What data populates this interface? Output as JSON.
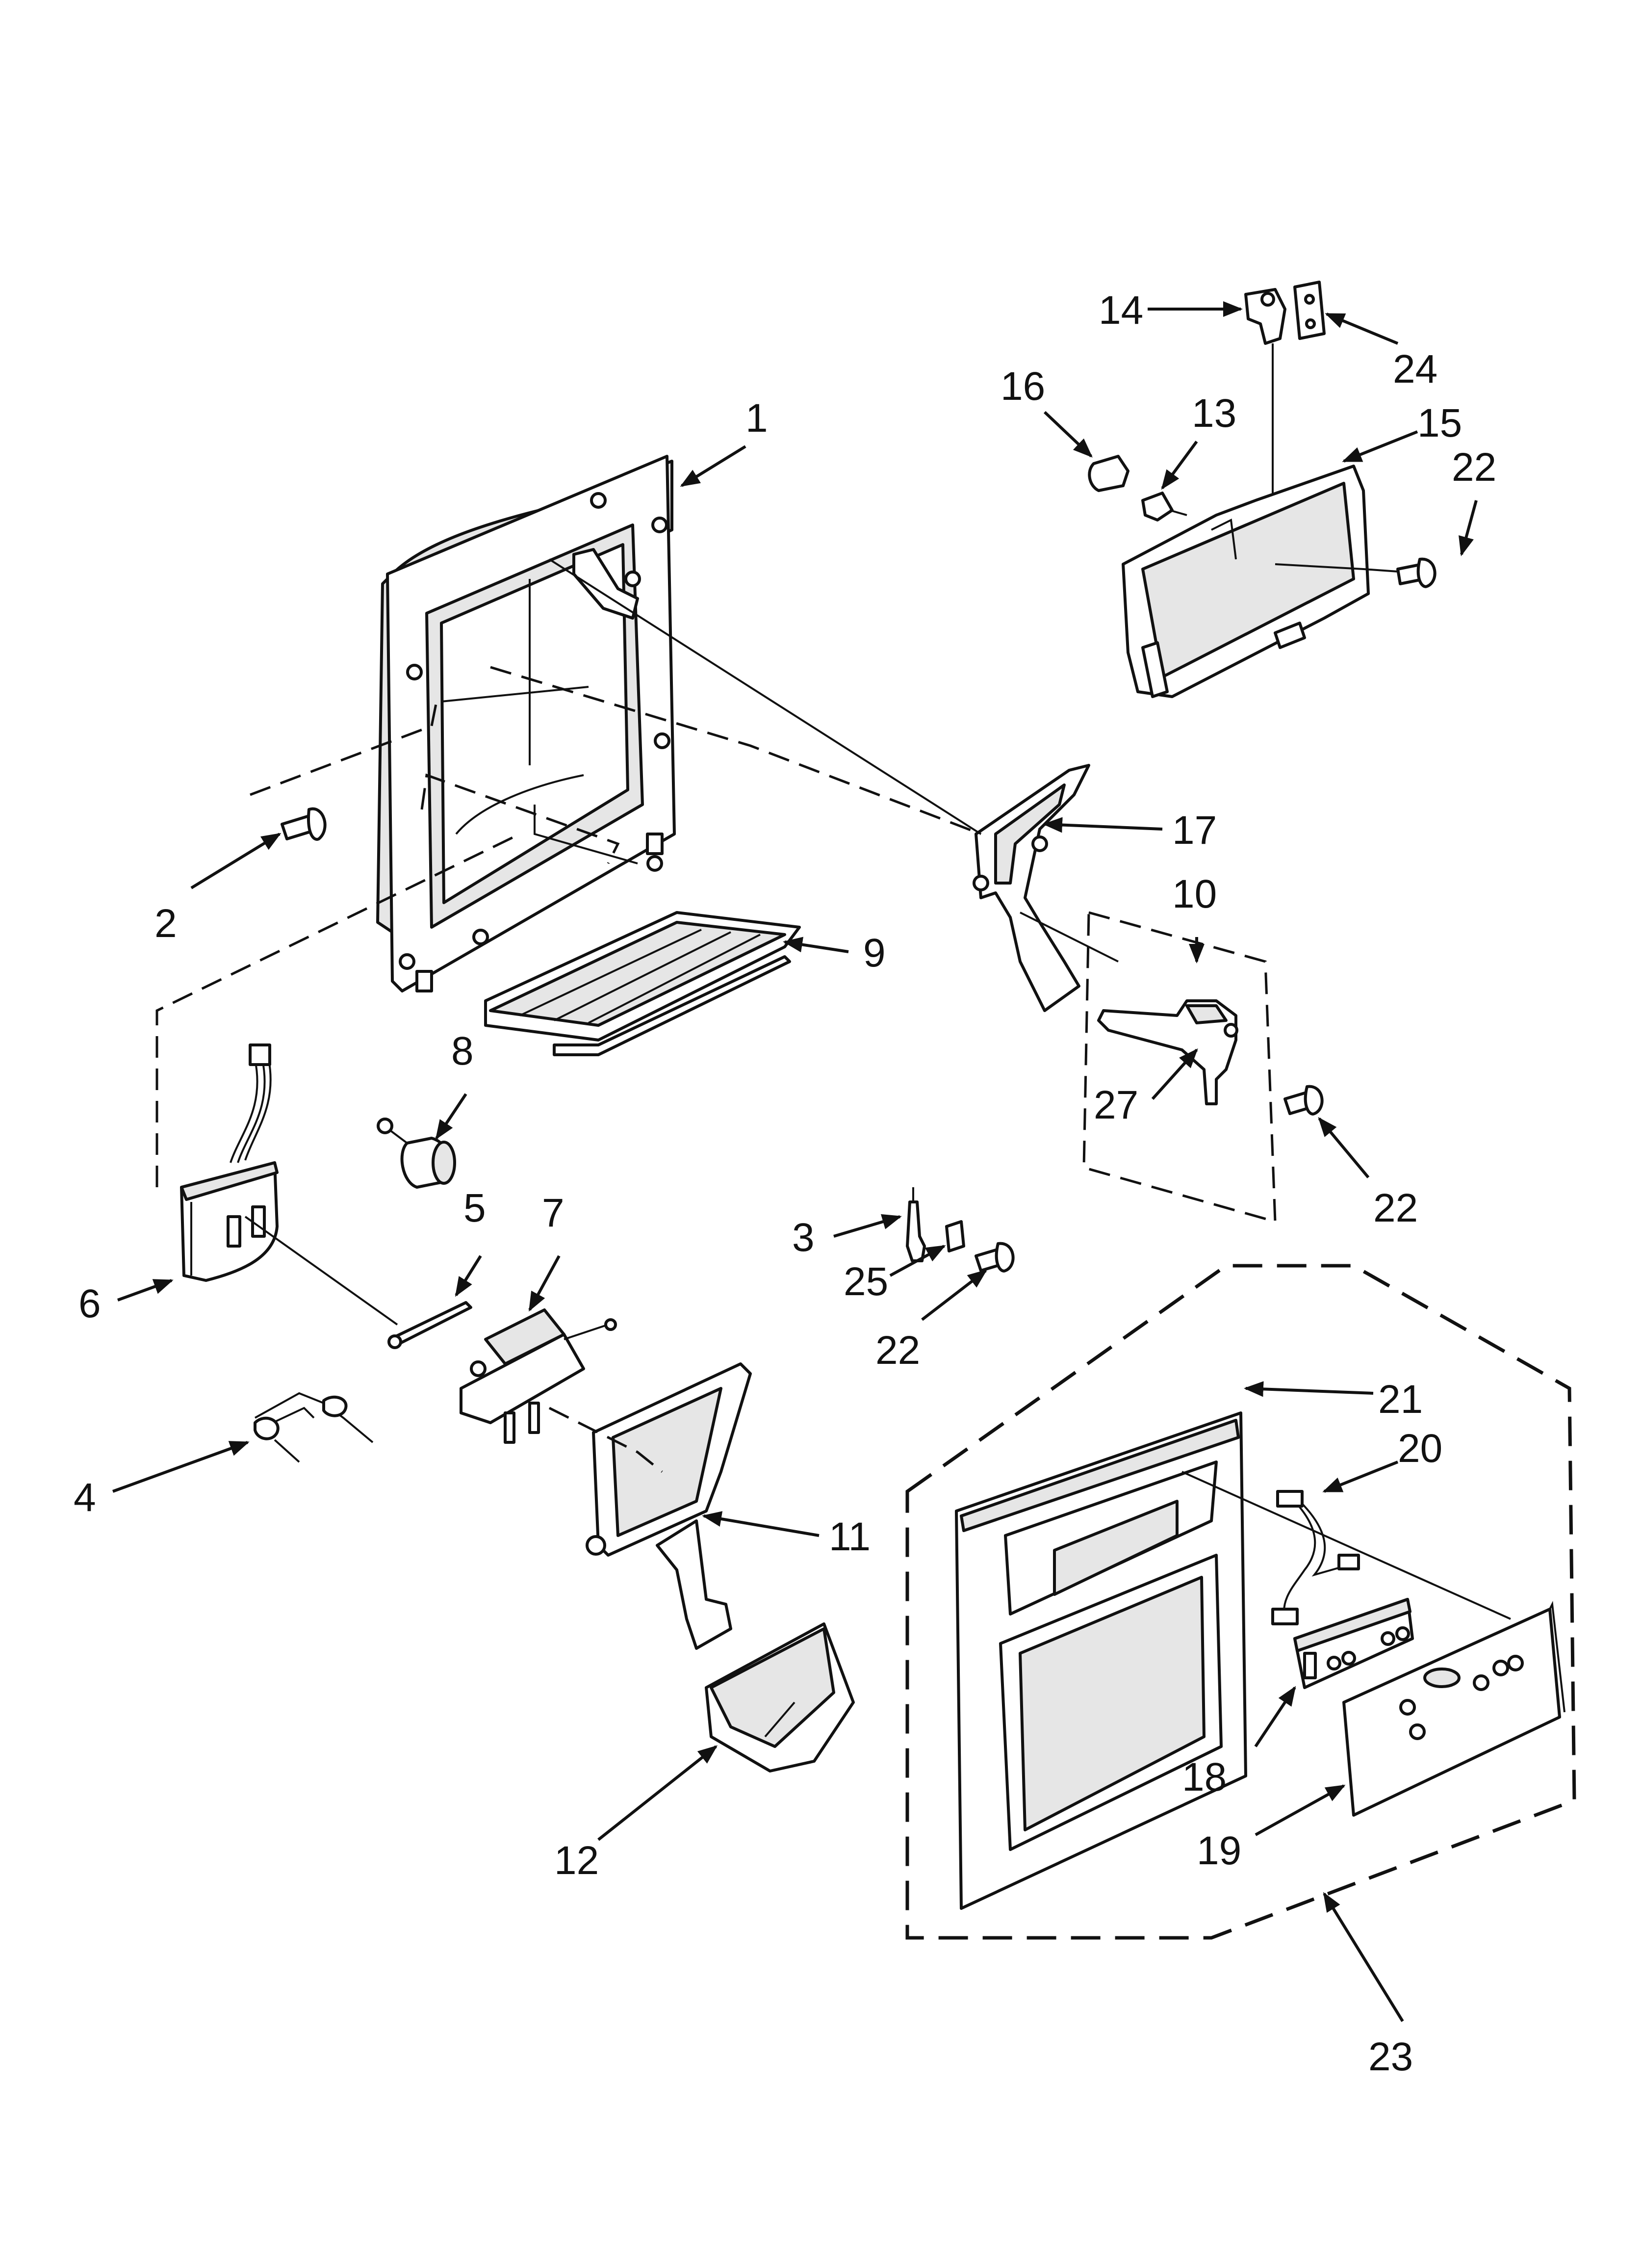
{
  "callouts": [
    {
      "id": "c1",
      "label": "1"
    },
    {
      "id": "c2",
      "label": "2"
    },
    {
      "id": "c3",
      "label": "3"
    },
    {
      "id": "c4",
      "label": "4"
    },
    {
      "id": "c5",
      "label": "5"
    },
    {
      "id": "c6",
      "label": "6"
    },
    {
      "id": "c7",
      "label": "7"
    },
    {
      "id": "c8",
      "label": "8"
    },
    {
      "id": "c9",
      "label": "9"
    },
    {
      "id": "c10",
      "label": "10"
    },
    {
      "id": "c11",
      "label": "11"
    },
    {
      "id": "c12",
      "label": "12"
    },
    {
      "id": "c13",
      "label": "13"
    },
    {
      "id": "c14",
      "label": "14"
    },
    {
      "id": "c15",
      "label": "15"
    },
    {
      "id": "c16",
      "label": "16"
    },
    {
      "id": "c17",
      "label": "17"
    },
    {
      "id": "c18",
      "label": "18"
    },
    {
      "id": "c19",
      "label": "19"
    },
    {
      "id": "c20",
      "label": "20"
    },
    {
      "id": "c21",
      "label": "21"
    },
    {
      "id": "c22a",
      "label": "22"
    },
    {
      "id": "c22b",
      "label": "22"
    },
    {
      "id": "c22c",
      "label": "22"
    },
    {
      "id": "c23",
      "label": "23"
    },
    {
      "id": "c24",
      "label": "24"
    },
    {
      "id": "c25",
      "label": "25"
    },
    {
      "id": "c27",
      "label": "27"
    }
  ]
}
